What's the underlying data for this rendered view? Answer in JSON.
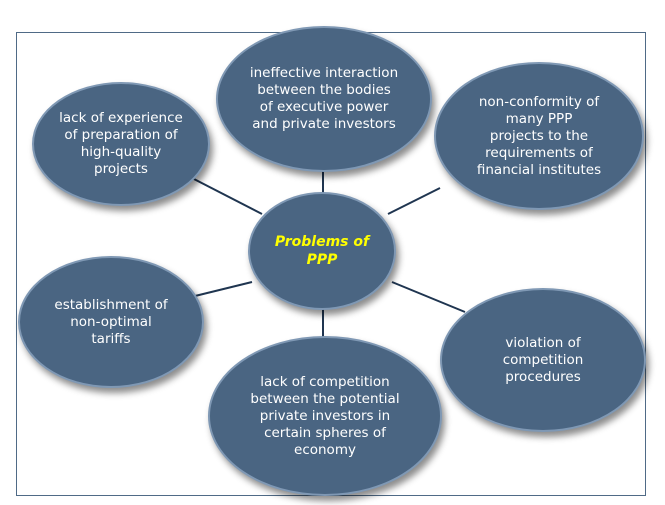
{
  "diagram": {
    "center": {
      "label": "Problems of\nPPP"
    },
    "nodes": [
      {
        "id": "top",
        "label": "ineffective interaction\nbetween the bodies\nof executive power\nand private investors"
      },
      {
        "id": "upper-left",
        "label": "lack of experience\nof preparation of\nhigh-quality\nprojects"
      },
      {
        "id": "upper-right",
        "label": "non-conformity of\nmany PPP\nprojects to the\nrequirements of\nfinancial institutes"
      },
      {
        "id": "lower-left",
        "label": "establishment of\nnon-optimal\ntariffs"
      },
      {
        "id": "lower-right",
        "label": "violation of\ncompetition\nprocedures"
      },
      {
        "id": "bottom",
        "label": "lack of competition\nbetween the potential\nprivate investors in\ncertain spheres of\neconomy"
      }
    ],
    "colors": {
      "node_fill": "#4a6582",
      "node_border": "#7f98b4",
      "node_text": "#ffffff",
      "center_text": "#ffff00",
      "connector": "#1f3550",
      "frame": "#4f6a86"
    }
  }
}
